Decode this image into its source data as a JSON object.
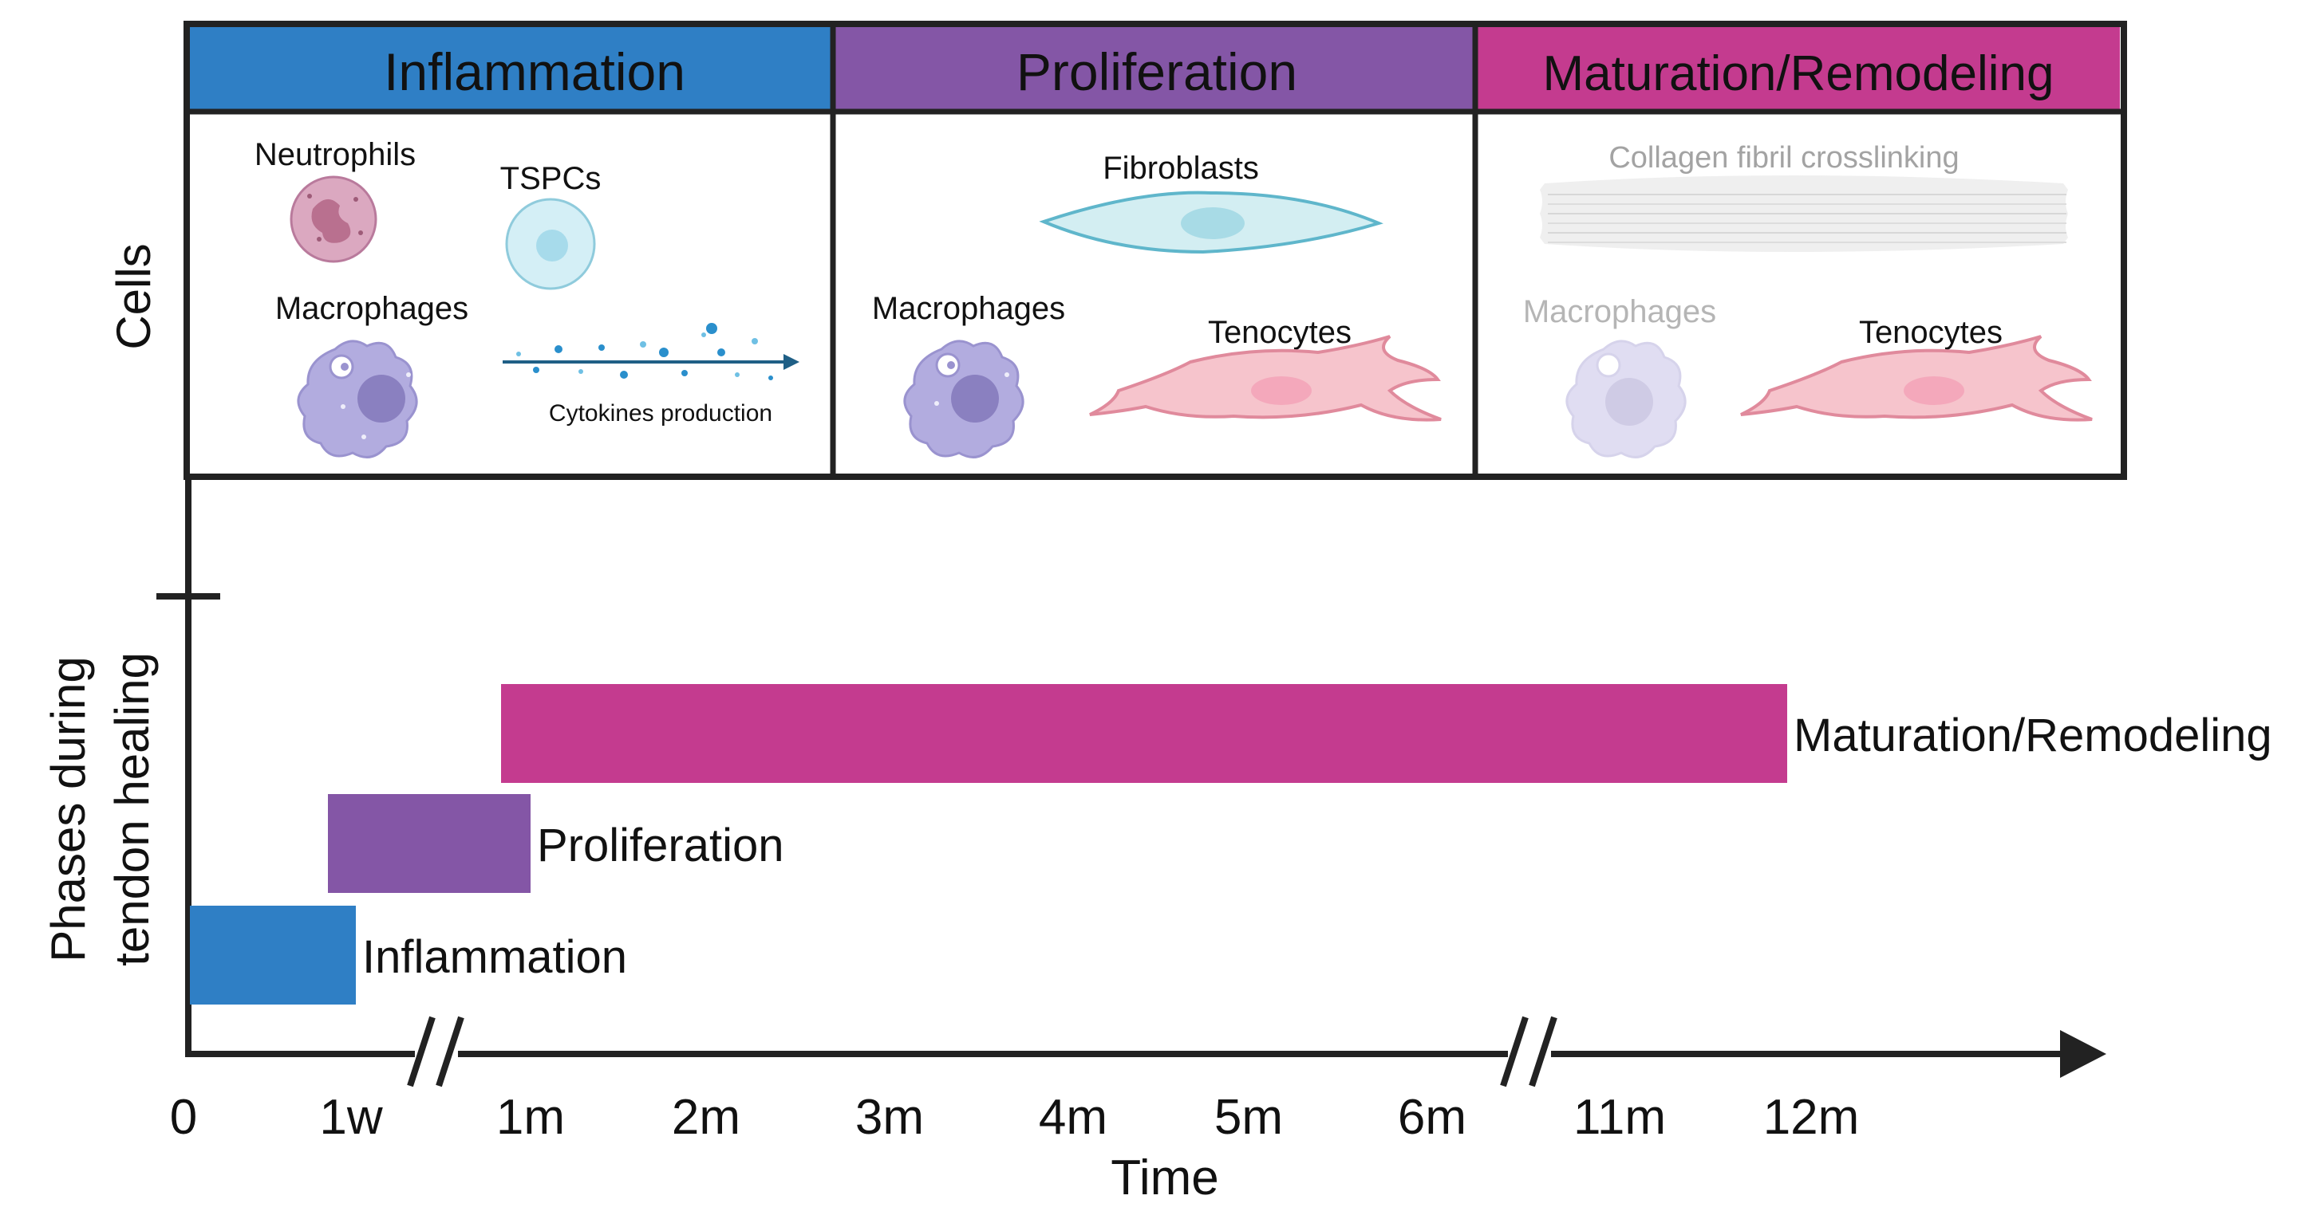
{
  "colors": {
    "inflammation": "#2f7fc5",
    "proliferation": "#8456a6",
    "remodeling": "#c43b8f",
    "macrophage": "#b2acdf",
    "tenocyte": "#f6c4cc",
    "fibroblast": "#d3eef2",
    "neutrophil": "#dba8c0",
    "tspc": "#d4eff6",
    "cytokine": "#2a8fcc"
  },
  "header": {
    "phases": [
      "Inflammation",
      "Proliferation",
      "Maturation/Remodeling"
    ]
  },
  "cells_row": {
    "label": "Cells",
    "inflammation": {
      "neutrophils": "Neutrophils",
      "tspcs": "TSPCs",
      "macrophages": "Macrophages",
      "cytokines": "Cytokines production"
    },
    "proliferation": {
      "fibroblasts": "Fibroblasts",
      "macrophages": "Macrophages",
      "tenocytes": "Tenocytes"
    },
    "remodeling": {
      "collagen": "Collagen fibril crosslinking",
      "macrophages": "Macrophages",
      "tenocytes": "Tenocytes"
    }
  },
  "chart_data": {
    "type": "bar",
    "ylabel_line1": "Phases during",
    "ylabel_line2": "tendon healing",
    "xlabel": "Time",
    "x_ticks": [
      "0",
      "1w",
      "1m",
      "2m",
      "3m",
      "4m",
      "5m",
      "6m",
      "11m",
      "12m"
    ],
    "axis_breaks": [
      "between 1w and 1m",
      "between 6m and 11m"
    ],
    "series": [
      {
        "name": "Inflammation",
        "start": "0",
        "end": "1w",
        "color": "#2f7fc5"
      },
      {
        "name": "Proliferation",
        "start": "1w",
        "end": "1m",
        "color": "#8456a6"
      },
      {
        "name": "Maturation/Remodeling",
        "start": "1m",
        "end": "12m",
        "color": "#c43b8f"
      }
    ]
  }
}
